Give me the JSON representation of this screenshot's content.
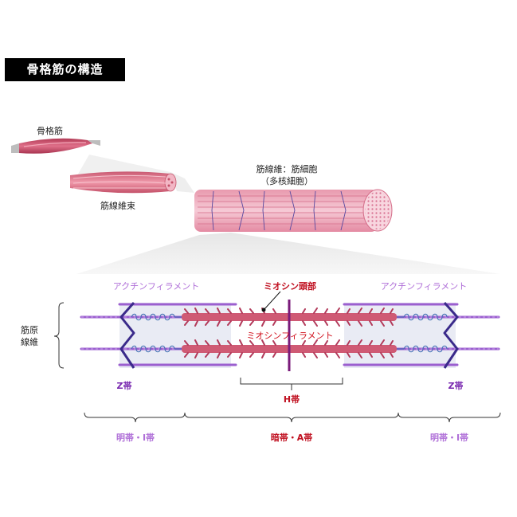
{
  "title": "骨格筋の構造",
  "labels": {
    "skeletal_muscle": "骨格筋",
    "fiber_bundle": "筋線維束",
    "fiber_line1": "筋線維：筋細胞",
    "fiber_line2": "（多核細胞）",
    "myofibril_line1": "筋原",
    "myofibril_line2": "線維",
    "actin_left": "アクチンフィラメント",
    "actin_right": "アクチンフィラメント",
    "myosin_head": "ミオシン頭部",
    "myosin_filament": "ミオシンフィラメント",
    "z_band_left": "Z帯",
    "z_band_right": "Z帯",
    "h_band": "H帯",
    "i_band_left": "明帯・I帯",
    "a_band": "暗帯・A帯",
    "i_band_right": "明帯・I帯"
  },
  "colors": {
    "muscle": "#d9607a",
    "muscle_light": "#f0b8c6",
    "actin": "#9b5fcf",
    "myosin": "#c8506c",
    "z_line": "#3a2a8a",
    "m_line": "#7a1a7a",
    "titin": "#3a6ab0"
  }
}
